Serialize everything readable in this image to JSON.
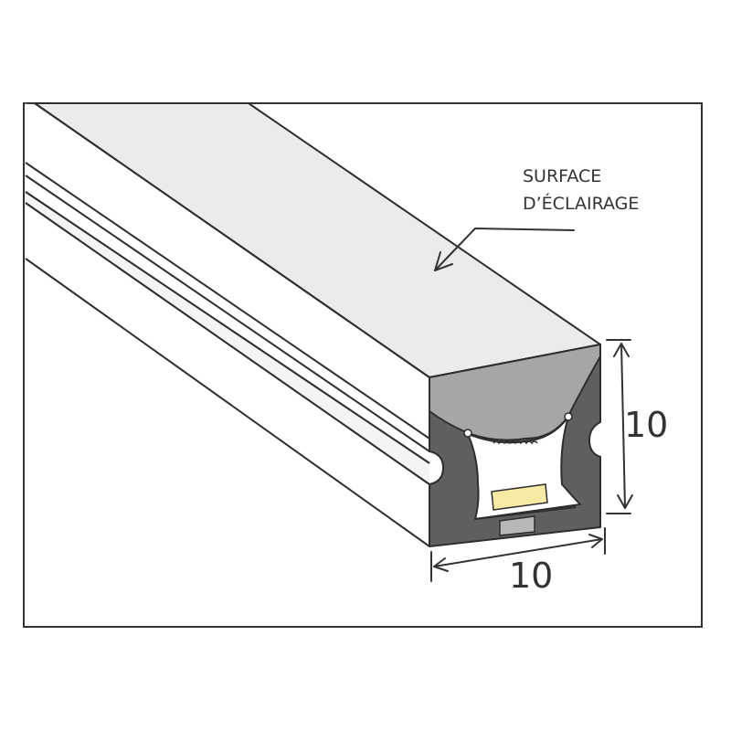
{
  "annotation": {
    "line1": "SURFACE",
    "line2": "D’ÉCLAIRAGE"
  },
  "dimensions": {
    "height": "10",
    "width": "10"
  },
  "colors": {
    "frame": "#333333",
    "profile_top": "#ebebeb",
    "profile_side": "#ffffff",
    "diffuser": "#a6a6a6",
    "housing": "#5f5f61",
    "led_chip": "#f6e9a4",
    "base_pad": "#b8b8b8",
    "outline": "#2e2e2e"
  }
}
